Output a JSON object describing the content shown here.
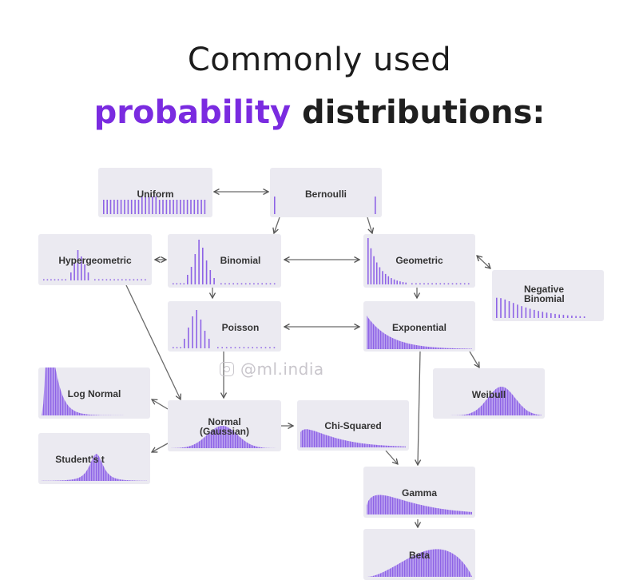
{
  "title": {
    "line1": "Commonly used",
    "line2_highlight": "probability",
    "line2_rest": " distributions:"
  },
  "watermark": "@ml.india",
  "colors": {
    "accent": "#7a2be0",
    "bar": "#8e63e6",
    "node_bg": "#ebeaf1",
    "arrow": "#555555"
  },
  "nodes": {
    "uniform": "Uniform",
    "bernoulli": "Bernoulli",
    "hypergeometric": "Hypergeometric",
    "binomial": "Binomial",
    "geometric": "Geometric",
    "negative_binomial_1": "Negative",
    "negative_binomial_2": "Binomial",
    "poisson": "Poisson",
    "exponential": "Exponential",
    "log_normal": "Log Normal",
    "weibull": "Weibull",
    "normal_1": "Normal",
    "normal_2": "(Gaussian)",
    "chi_squared": "Chi-Squared",
    "students_t": "Student's t",
    "gamma": "Gamma",
    "beta": "Beta"
  },
  "edges": [
    {
      "from": "uniform",
      "to": "bernoulli",
      "dir": "both"
    },
    {
      "from": "bernoulli",
      "to": "binomial",
      "dir": "to"
    },
    {
      "from": "bernoulli",
      "to": "geometric",
      "dir": "to"
    },
    {
      "from": "hypergeometric",
      "to": "binomial",
      "dir": "both"
    },
    {
      "from": "binomial",
      "to": "geometric",
      "dir": "both"
    },
    {
      "from": "geometric",
      "to": "negative_binomial",
      "dir": "both"
    },
    {
      "from": "binomial",
      "to": "poisson",
      "dir": "to"
    },
    {
      "from": "geometric",
      "to": "exponential",
      "dir": "to"
    },
    {
      "from": "poisson",
      "to": "exponential",
      "dir": "both"
    },
    {
      "from": "hypergeometric",
      "to": "normal",
      "dir": "to"
    },
    {
      "from": "poisson",
      "to": "normal",
      "dir": "to"
    },
    {
      "from": "exponential",
      "to": "weibull",
      "dir": "to"
    },
    {
      "from": "exponential",
      "to": "gamma",
      "dir": "to"
    },
    {
      "from": "normal",
      "to": "log_normal",
      "dir": "to"
    },
    {
      "from": "normal",
      "to": "students_t",
      "dir": "to"
    },
    {
      "from": "normal",
      "to": "chi_squared",
      "dir": "to"
    },
    {
      "from": "chi_squared",
      "to": "gamma",
      "dir": "to"
    },
    {
      "from": "gamma",
      "to": "beta",
      "dir": "to"
    }
  ]
}
